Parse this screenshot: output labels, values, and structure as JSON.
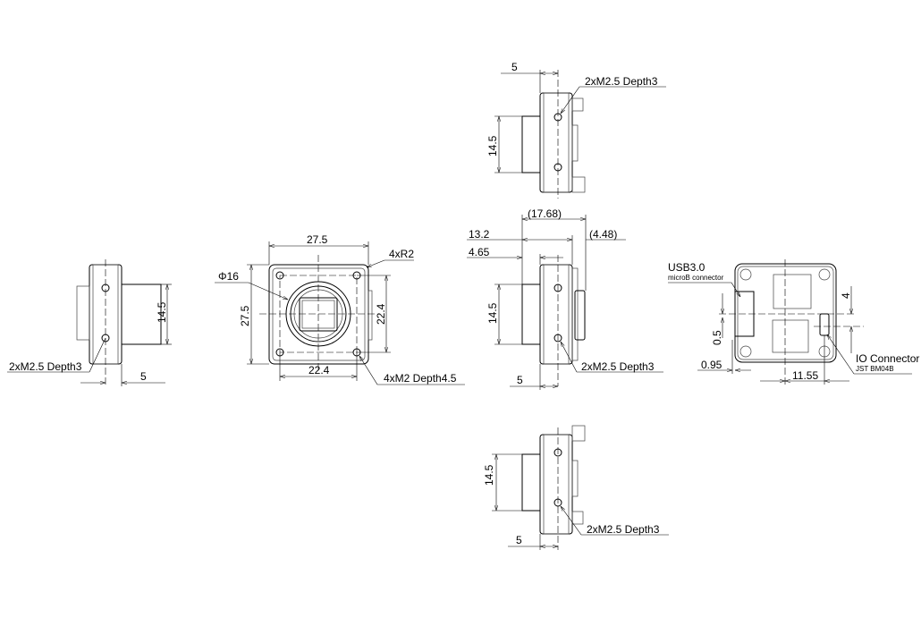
{
  "views": {
    "left_side": {
      "dim_height": "14.5",
      "dim_offset": "5",
      "hole_note": "2xM2.5 Depth3"
    },
    "front": {
      "dim_width": "27.5",
      "dim_height": "27.5",
      "dim_hole_pitch_h": "22.4",
      "dim_hole_pitch_v": "22.4",
      "lens_diameter": "Φ16",
      "corner_radius": "4xR2",
      "hole_note": "4xM2 Depth4.5"
    },
    "top": {
      "dim_offset": "5",
      "dim_height": "14.5",
      "hole_note": "2xM2.5 Depth3"
    },
    "side": {
      "dim_total": "(17.68)",
      "dim_body": "13.2",
      "dim_connector": "(4.48)",
      "dim_flange": "4.65",
      "dim_height": "14.5",
      "dim_offset": "5",
      "hole_note": "2xM2.5 Depth3"
    },
    "bottom": {
      "dim_height": "14.5",
      "dim_offset": "5",
      "hole_note": "2xM2.5 Depth3"
    },
    "back": {
      "usb_label": "USB3.0",
      "usb_sub": "microB connector",
      "dim_usb_offset_v": "0.5",
      "dim_usb_offset_h": "0.95",
      "dim_io_h": "11.55",
      "dim_io_v": "4",
      "io_label": "IO Connector",
      "io_sub": "JST BM04B"
    }
  }
}
